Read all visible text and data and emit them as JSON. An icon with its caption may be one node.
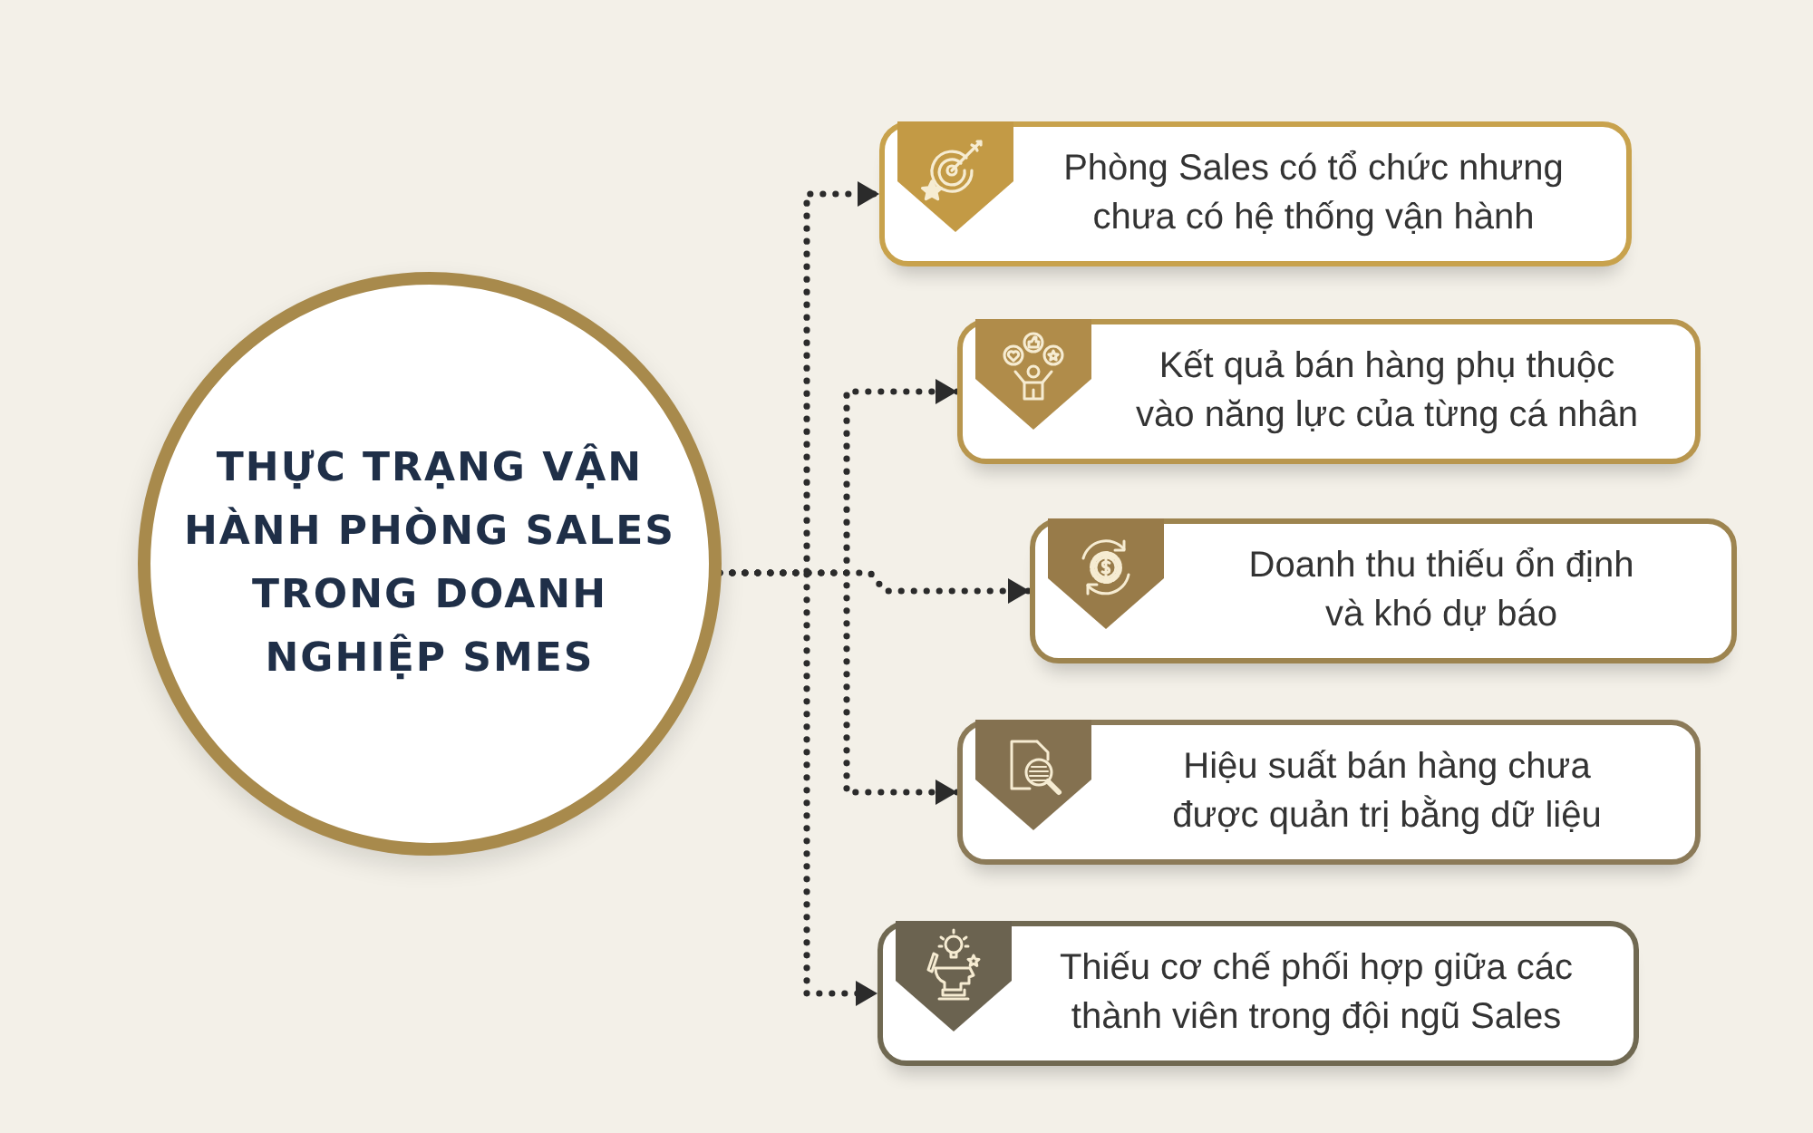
{
  "diagram": {
    "nodes": [
      {
        "text": [
          "THỰC TRẠNG VẬN HÀNH PHÒNG SALES TRONG DOANH NGHIỆP SMES"
        ]
      },
      {
        "text": [
          "Phòng Sales có tổ chức nhưng chưa có hệ thống vận hành"
        ]
      },
      {
        "text": [
          "Kết quả bán hàng phụ thuộc vào năng lực của từng cá nhân"
        ]
      },
      {
        "text": [
          "Doanh thu thiếu ổn định và khó dự báo"
        ]
      },
      {
        "text": [
          "Hiệu suất bán hàng chưa được quản trị bằng dữ liệu"
        ]
      },
      {
        "text": [
          "Thiếu cơ chế phối hợp giữa các thành viên trong đội ngũ Sales"
        ]
      }
    ],
    "edges": [
      {
        "from": 0,
        "to": 1,
        "arrow": "to",
        "style": "dashed"
      },
      {
        "from": 0,
        "to": 2,
        "arrow": "to",
        "style": "dashed"
      },
      {
        "from": 0,
        "to": 3,
        "arrow": "to",
        "style": "dashed"
      },
      {
        "from": 0,
        "to": 4,
        "arrow": "to",
        "style": "dashed"
      },
      {
        "from": 0,
        "to": 5,
        "arrow": "to",
        "style": "dashed"
      }
    ]
  }
}
